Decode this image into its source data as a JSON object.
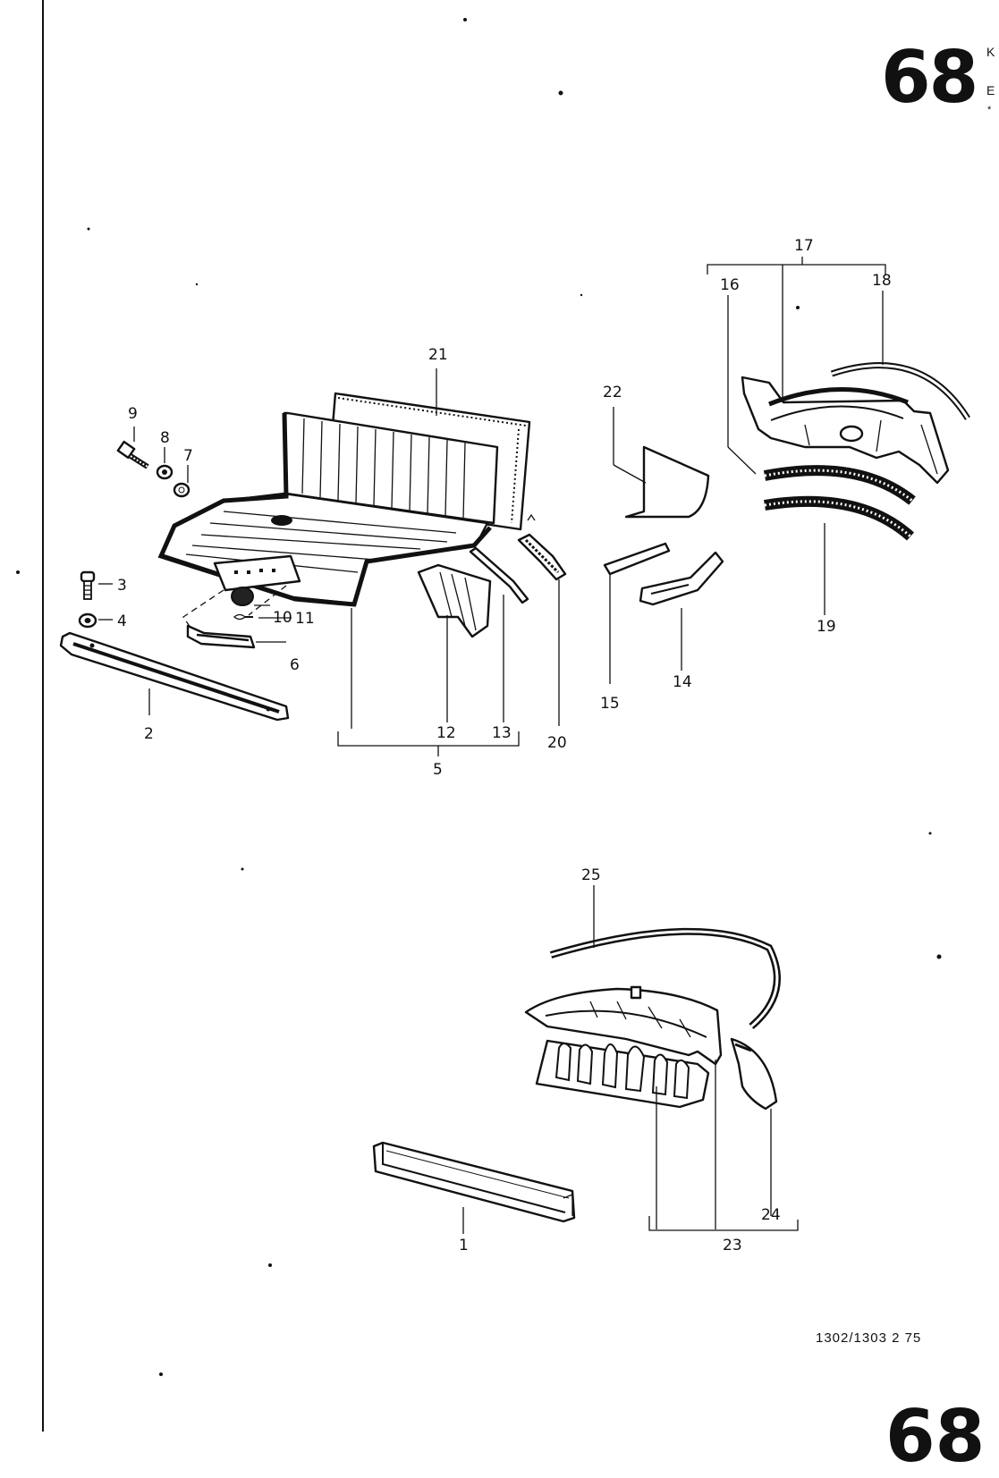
{
  "header": {
    "page_number": "68",
    "edge_letters": [
      "K",
      "E",
      "*"
    ]
  },
  "footer": {
    "code": "1302/1303  2   75",
    "page_number_partial": "68"
  },
  "callouts": {
    "c1": "1",
    "c2": "2",
    "c3": "3",
    "c4": "4",
    "c5": "5",
    "c6": "6",
    "c7": "7",
    "c8": "8",
    "c9": "9",
    "c10": "10",
    "c11": "11",
    "c12": "12",
    "c13": "13",
    "c14": "14",
    "c15": "15",
    "c16": "16",
    "c17": "17",
    "c18": "18",
    "c19": "19",
    "c20": "20",
    "c21": "21",
    "c22": "22",
    "c23": "23",
    "c24": "24",
    "c25": "25"
  },
  "colors": {
    "ink": "#111111",
    "paper": "#ffffff"
  }
}
